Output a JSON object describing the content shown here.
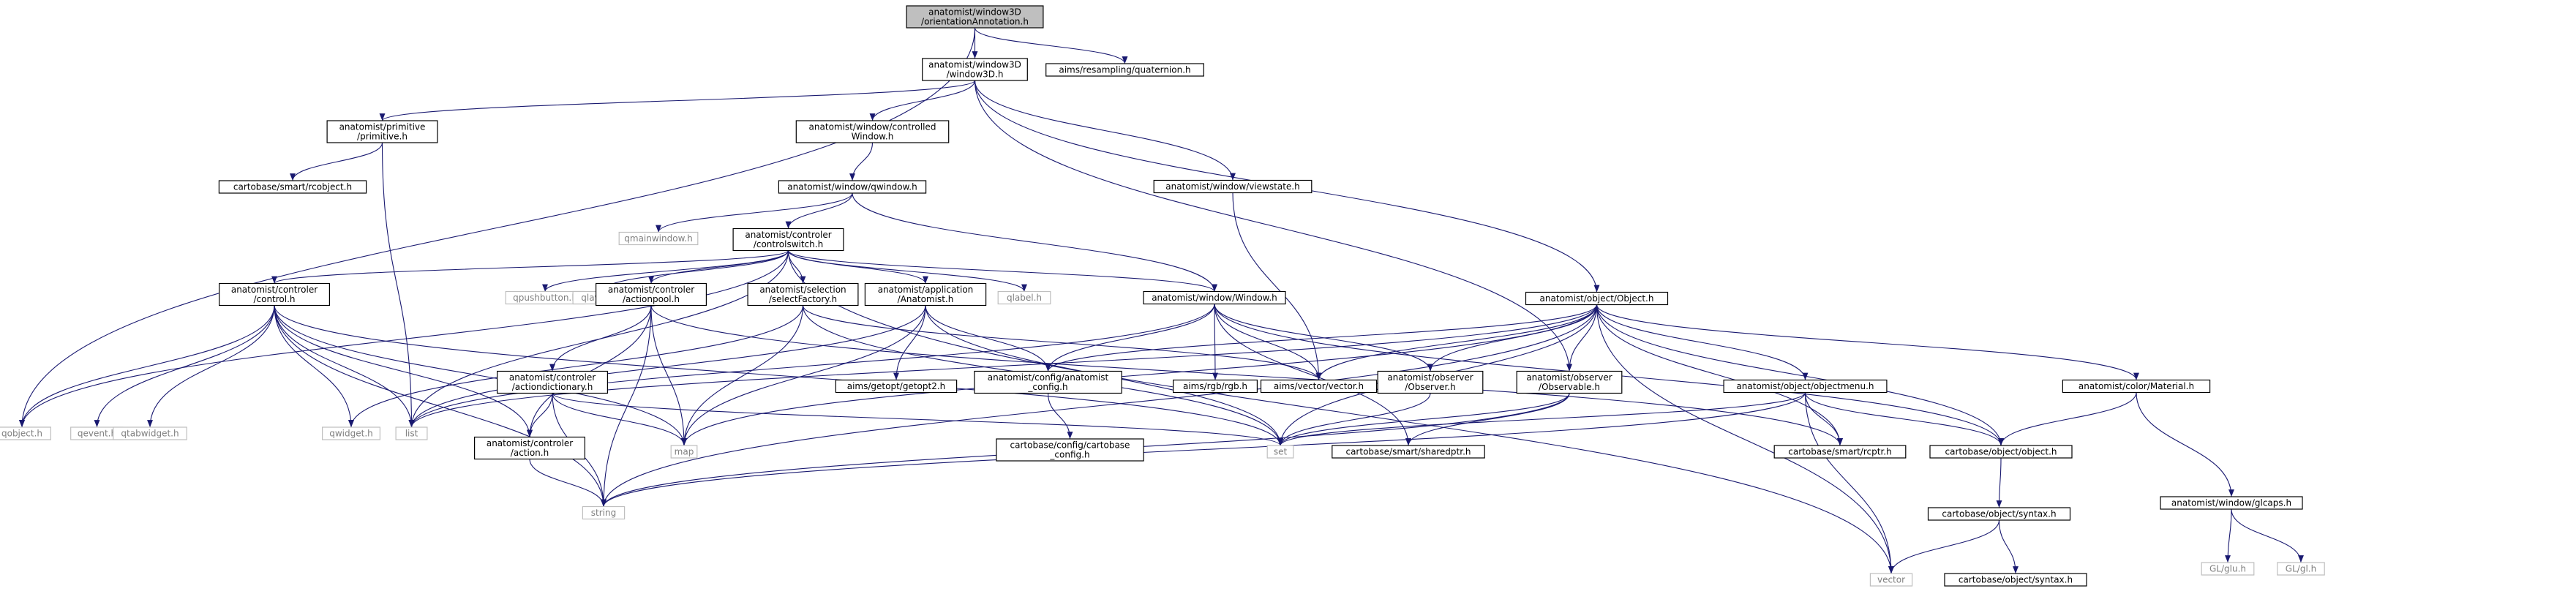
{
  "colors": {
    "edge": "#191970",
    "text": "#000000",
    "node_border": "#000000",
    "node_fill": "#ffffff",
    "root_fill": "#bfbfbf",
    "external_border": "#bfbfbf",
    "external_text": "#7f7f7f"
  },
  "nodes": [
    {
      "id": "root",
      "kind": "root",
      "lines": [
        "anatomist/window3D",
        "/orientationAnnotation.h"
      ]
    },
    {
      "id": "qobject",
      "kind": "external",
      "lines": [
        "qobject.h"
      ]
    },
    {
      "id": "window3d",
      "kind": "normal",
      "lines": [
        "anatomist/window3D",
        "/window3D.h"
      ]
    },
    {
      "id": "quaternion",
      "kind": "normal",
      "lines": [
        "aims/resampling/quaternion.h"
      ]
    },
    {
      "id": "primitive",
      "kind": "normal",
      "lines": [
        "anatomist/primitive",
        "/primitive.h"
      ]
    },
    {
      "id": "controlledwin",
      "kind": "normal",
      "lines": [
        "anatomist/window/controlled",
        "Window.h"
      ]
    },
    {
      "id": "viewstate",
      "kind": "normal",
      "lines": [
        "anatomist/window/viewstate.h"
      ]
    },
    {
      "id": "object",
      "kind": "normal",
      "lines": [
        "anatomist/object/Object.h"
      ]
    },
    {
      "id": "rcobject",
      "kind": "normal",
      "lines": [
        "cartobase/smart/rcobject.h"
      ]
    },
    {
      "id": "qwindow",
      "kind": "normal",
      "lines": [
        "anatomist/window/qwindow.h"
      ]
    },
    {
      "id": "qmainwindow",
      "kind": "external",
      "lines": [
        "qmainwindow.h"
      ]
    },
    {
      "id": "controlswitch",
      "kind": "normal",
      "lines": [
        "anatomist/controler",
        "/controlswitch.h"
      ]
    },
    {
      "id": "control",
      "kind": "normal",
      "lines": [
        "anatomist/controler",
        "/control.h"
      ]
    },
    {
      "id": "qpushbutton",
      "kind": "external",
      "lines": [
        "qpushbutton.h"
      ]
    },
    {
      "id": "qlayout",
      "kind": "external",
      "lines": [
        "qlayout.h"
      ]
    },
    {
      "id": "actionpool",
      "kind": "normal",
      "lines": [
        "anatomist/controler",
        "/actionpool.h"
      ]
    },
    {
      "id": "selectfactory",
      "kind": "normal",
      "lines": [
        "anatomist/selection",
        "/selectFactory.h"
      ]
    },
    {
      "id": "anatomisth",
      "kind": "normal",
      "lines": [
        "anatomist/application",
        "/Anatomist.h"
      ]
    },
    {
      "id": "qlabel",
      "kind": "external",
      "lines": [
        "qlabel.h"
      ]
    },
    {
      "id": "windowh",
      "kind": "normal",
      "lines": [
        "anatomist/window/Window.h"
      ]
    },
    {
      "id": "qobjecth",
      "kind": "external",
      "lines": [
        "qobject.h"
      ]
    },
    {
      "id": "qevent",
      "kind": "external",
      "lines": [
        "qevent.h"
      ]
    },
    {
      "id": "qtabwidget",
      "kind": "external",
      "lines": [
        "qtabwidget.h"
      ]
    },
    {
      "id": "qwidget",
      "kind": "external",
      "lines": [
        "qwidget.h"
      ]
    },
    {
      "id": "list",
      "kind": "external",
      "lines": [
        "list"
      ]
    },
    {
      "id": "actiondictionary",
      "kind": "normal",
      "lines": [
        "anatomist/controler",
        "/actiondictionary.h"
      ]
    },
    {
      "id": "action",
      "kind": "normal",
      "lines": [
        "anatomist/controler",
        "/action.h"
      ]
    },
    {
      "id": "map",
      "kind": "external",
      "lines": [
        "map"
      ]
    },
    {
      "id": "string",
      "kind": "external",
      "lines": [
        "string"
      ]
    },
    {
      "id": "getopt",
      "kind": "normal",
      "lines": [
        "aims/getopt/getopt2.h"
      ]
    },
    {
      "id": "anaconfig",
      "kind": "normal",
      "lines": [
        "anatomist/config/anatomist",
        "_config.h"
      ]
    },
    {
      "id": "cartoconfig",
      "kind": "normal",
      "lines": [
        "cartobase/config/cartobase",
        "_config.h"
      ]
    },
    {
      "id": "rgb",
      "kind": "normal",
      "lines": [
        "aims/rgb/rgb.h"
      ]
    },
    {
      "id": "vectorh",
      "kind": "normal",
      "lines": [
        "aims/vector/vector.h"
      ]
    },
    {
      "id": "observer",
      "kind": "normal",
      "lines": [
        "anatomist/observer",
        "/Observer.h"
      ]
    },
    {
      "id": "observable",
      "kind": "normal",
      "lines": [
        "anatomist/observer",
        "/Observable.h"
      ]
    },
    {
      "id": "set",
      "kind": "external",
      "lines": [
        "set"
      ]
    },
    {
      "id": "sharedptr",
      "kind": "normal",
      "lines": [
        "cartobase/smart/sharedptr.h"
      ]
    },
    {
      "id": "objectmenu",
      "kind": "normal",
      "lines": [
        "anatomist/object/objectmenu.h"
      ]
    },
    {
      "id": "rcptr",
      "kind": "normal",
      "lines": [
        "cartobase/smart/rcptr.h"
      ]
    },
    {
      "id": "material",
      "kind": "normal",
      "lines": [
        "anatomist/color/Material.h"
      ]
    },
    {
      "id": "objecth",
      "kind": "normal",
      "lines": [
        "cartobase/object/object.h"
      ]
    },
    {
      "id": "glcaps",
      "kind": "normal",
      "lines": [
        "anatomist/window/glcaps.h"
      ]
    },
    {
      "id": "syntaxh",
      "kind": "normal",
      "lines": [
        "cartobase/object/syntax.h"
      ]
    },
    {
      "id": "glu",
      "kind": "external",
      "lines": [
        "GL/glu.h"
      ]
    },
    {
      "id": "gl",
      "kind": "external",
      "lines": [
        "GL/gl.h"
      ]
    },
    {
      "id": "vector",
      "kind": "external",
      "lines": [
        "vector"
      ]
    },
    {
      "id": "syntax2",
      "kind": "normal",
      "lines": [
        "cartobase/object/syntax.h"
      ]
    }
  ],
  "edges": [
    [
      "root",
      "qobject"
    ],
    [
      "root",
      "window3d"
    ],
    [
      "root",
      "quaternion"
    ],
    [
      "window3d",
      "primitive"
    ],
    [
      "window3d",
      "controlledwin"
    ],
    [
      "window3d",
      "viewstate"
    ],
    [
      "window3d",
      "object"
    ],
    [
      "window3d",
      "observable"
    ],
    [
      "primitive",
      "rcobject"
    ],
    [
      "primitive",
      "list"
    ],
    [
      "controlledwin",
      "qwindow"
    ],
    [
      "qwindow",
      "qmainwindow"
    ],
    [
      "qwindow",
      "controlswitch"
    ],
    [
      "qwindow",
      "windowh"
    ],
    [
      "viewstate",
      "vectorh"
    ],
    [
      "controlswitch",
      "qobjecth"
    ],
    [
      "controlswitch",
      "control"
    ],
    [
      "controlswitch",
      "qpushbutton"
    ],
    [
      "controlswitch",
      "qlayout"
    ],
    [
      "controlswitch",
      "list"
    ],
    [
      "controlswitch",
      "actionpool"
    ],
    [
      "controlswitch",
      "selectfactory"
    ],
    [
      "controlswitch",
      "anatomisth"
    ],
    [
      "controlswitch",
      "qlabel"
    ],
    [
      "controlswitch",
      "windowh"
    ],
    [
      "controlswitch",
      "vector"
    ],
    [
      "control",
      "qobjecth"
    ],
    [
      "control",
      "qevent"
    ],
    [
      "control",
      "qtabwidget"
    ],
    [
      "control",
      "qwidget"
    ],
    [
      "control",
      "list"
    ],
    [
      "control",
      "action"
    ],
    [
      "control",
      "map"
    ],
    [
      "control",
      "string"
    ],
    [
      "control",
      "set"
    ],
    [
      "actionpool",
      "actiondictionary"
    ],
    [
      "actionpool",
      "action"
    ],
    [
      "actionpool",
      "map"
    ],
    [
      "actionpool",
      "string"
    ],
    [
      "actionpool",
      "rcptr"
    ],
    [
      "selectfactory",
      "qwidget"
    ],
    [
      "selectfactory",
      "map"
    ],
    [
      "selectfactory",
      "set"
    ],
    [
      "selectfactory",
      "vectorh"
    ],
    [
      "anatomisth",
      "getopt"
    ],
    [
      "anatomisth",
      "anaconfig"
    ],
    [
      "anatomisth",
      "map"
    ],
    [
      "anatomisth",
      "set"
    ],
    [
      "anatomisth",
      "list"
    ],
    [
      "windowh",
      "anaconfig"
    ],
    [
      "windowh",
      "rgb"
    ],
    [
      "windowh",
      "vectorh"
    ],
    [
      "windowh",
      "observer"
    ],
    [
      "windowh",
      "sharedptr"
    ],
    [
      "windowh",
      "list"
    ],
    [
      "windowh",
      "objecth"
    ],
    [
      "actiondictionary",
      "action"
    ],
    [
      "actiondictionary",
      "map"
    ],
    [
      "actiondictionary",
      "string"
    ],
    [
      "actiondictionary",
      "set"
    ],
    [
      "action",
      "string"
    ],
    [
      "anaconfig",
      "cartoconfig"
    ],
    [
      "observer",
      "set"
    ],
    [
      "observable",
      "set"
    ],
    [
      "observable",
      "sharedptr"
    ],
    [
      "observable",
      "string"
    ],
    [
      "object",
      "list"
    ],
    [
      "object",
      "anaconfig"
    ],
    [
      "object",
      "vectorh"
    ],
    [
      "object",
      "observer"
    ],
    [
      "object",
      "observable"
    ],
    [
      "object",
      "objectmenu"
    ],
    [
      "object",
      "material"
    ],
    [
      "object",
      "objecth"
    ],
    [
      "object",
      "rcptr"
    ],
    [
      "object",
      "set"
    ],
    [
      "object",
      "map"
    ],
    [
      "object",
      "string"
    ],
    [
      "object",
      "vector"
    ],
    [
      "objectmenu",
      "set"
    ],
    [
      "objectmenu",
      "rcptr"
    ],
    [
      "objectmenu",
      "objecth"
    ],
    [
      "objectmenu",
      "string"
    ],
    [
      "objectmenu",
      "vector"
    ],
    [
      "material",
      "objecth"
    ],
    [
      "material",
      "glcaps"
    ],
    [
      "glcaps",
      "glu"
    ],
    [
      "glcaps",
      "gl"
    ],
    [
      "objecth",
      "syntaxh"
    ],
    [
      "syntaxh",
      "vector"
    ],
    [
      "syntaxh",
      "syntax2"
    ]
  ]
}
